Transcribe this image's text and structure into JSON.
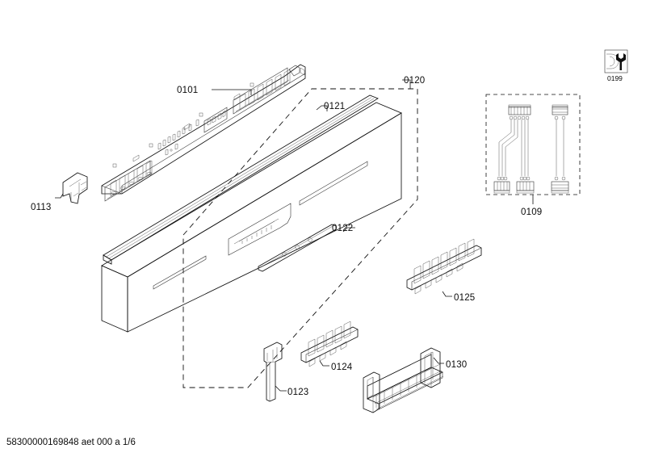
{
  "document": {
    "type": "exploded-parts-diagram",
    "subject": "Dishwasher control panel / facia assembly",
    "footer": "58300000169848 aet 000 a 1/6"
  },
  "parts": [
    {
      "id": "0101",
      "label": "0101",
      "name": "control-pcb-module",
      "description": "Electronic control board with keypad contacts and digital display"
    },
    {
      "id": "0113",
      "label": "0113",
      "name": "retaining-clip-bracket",
      "description": "Small plastic mounting clip"
    },
    {
      "id": "0120",
      "label": "0120",
      "name": "facia-panel-assembly-boundary",
      "description": "Dashed boundary enclosing the complete facia panel assembly"
    },
    {
      "id": "0121",
      "label": "0121",
      "name": "handle-rail-trim",
      "description": "Long upper handle rail / trim strip"
    },
    {
      "id": "0122",
      "label": "0122",
      "name": "display-trim-strip",
      "description": "Narrow decorative strip below the display recess"
    },
    {
      "id": "0123",
      "label": "0123",
      "name": "single-button-key",
      "description": "Single on/off push key"
    },
    {
      "id": "0124",
      "label": "0124",
      "name": "button-strip-short",
      "description": "Five-position push button strip"
    },
    {
      "id": "0125",
      "label": "0125",
      "name": "button-strip-long",
      "description": "Seven-position push button strip"
    },
    {
      "id": "0130",
      "label": "0130",
      "name": "pcb-holder-rack",
      "description": "Ribbed board holder / retaining rack with end brackets"
    },
    {
      "id": "0109",
      "label": "0109",
      "name": "wiring-harness-set",
      "description": "Cable harness set inside dashed group boundary: 6-pin to twin 3-pin loom plus 2-wire lead"
    },
    {
      "id": "0199",
      "label": "0199",
      "name": "service-tool-symbol",
      "description": "Service / special tool reference symbol with wrench glyph"
    }
  ],
  "colors": {
    "background": "#ffffff",
    "line": "#111111",
    "fill_light": "#f4f4f4",
    "fill_mid": "#e8e8e8",
    "fill_dark": "#d2d2d2",
    "text": "#0b0b0b"
  }
}
